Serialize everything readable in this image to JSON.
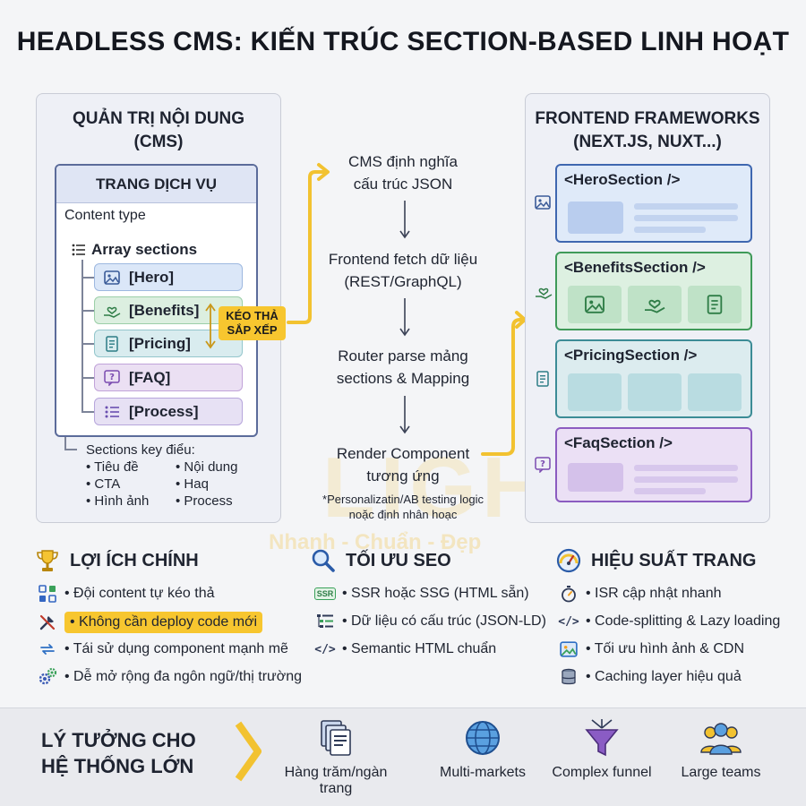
{
  "title": "HEADLESS CMS: KIẾN TRÚC SECTION-BASED LINH HOẠT",
  "watermark": {
    "brand": "LIGHT",
    "slogan": "Nhanh - Chuẩn - Đẹp"
  },
  "cms": {
    "heading_line1": "QUẢN TRỊ NỘI DUNG",
    "heading_line2": "(CMS)",
    "page_title": "TRANG DỊCH VỤ",
    "content_type": "Content type",
    "array_label": "Array sections",
    "sections": [
      {
        "label": "[Hero]",
        "icon": "image-icon",
        "color": "#dbe7f8",
        "border": "#9db8e0"
      },
      {
        "label": "[Benefits]",
        "icon": "hand-heart-icon",
        "color": "#dcefe0",
        "border": "#9ccfa8"
      },
      {
        "label": "[Pricing]",
        "icon": "receipt-icon",
        "color": "#d9ecef",
        "border": "#94c6cc"
      },
      {
        "label": "[FAQ]",
        "icon": "question-icon",
        "color": "#ebe0f3",
        "border": "#c1a3d9"
      },
      {
        "label": "[Process]",
        "icon": "list-icon",
        "color": "#e7e1f4",
        "border": "#b7a6dc"
      }
    ],
    "drag_line1": "KÉO THẢ",
    "drag_line2": "SẮP XẾP",
    "keys_title": "Sections key điểu:",
    "keys": [
      "• Tiêu đề",
      "• Nội dung",
      "• CTA",
      "• Haq",
      "• Hình ảnh",
      "• Process"
    ]
  },
  "flow": {
    "steps": [
      {
        "line1": "CMS định nghĩa",
        "line2": "cấu trúc JSON"
      },
      {
        "line1": "Frontend fetch dữ liệu",
        "line2": "(REST/GraphQL)"
      },
      {
        "line1": "Router parse mảng",
        "line2": "sections & Mapping"
      },
      {
        "line1": "Render Component",
        "line2": "tương ứng"
      }
    ],
    "note_line1": "*Personalizatin/AB testing logic",
    "note_line2": "noặc định nhân hoạc"
  },
  "frontend": {
    "heading_line1": "FRONTEND FRAMEWORKS",
    "heading_line2": "(NEXT.JS, NUXT...)",
    "components": [
      {
        "label": "<HeroSection />",
        "icon": "image-icon",
        "bg": "#dfeaf9",
        "border": "#3f67b0"
      },
      {
        "label": "<BenefitsSection />",
        "icon": "hand-heart-icon",
        "bg": "#ddf0e1",
        "border": "#3f9a59"
      },
      {
        "label": "<PricingSection />",
        "icon": "receipt-icon",
        "bg": "#dcecef",
        "border": "#3c8c96"
      },
      {
        "label": "<FaqSection />",
        "icon": "question-icon",
        "bg": "#ebe0f5",
        "border": "#8b5cc0"
      }
    ]
  },
  "benefits": {
    "title": "LỢI ÍCH CHÍNH",
    "items": [
      "• Đội content tự kéo thả",
      "• Không cần deploy code mới",
      "• Tái sử dụng component mạnh mẽ",
      "• Dễ mở rộng đa ngôn ngữ/thị trường"
    ]
  },
  "seo": {
    "title": "TỐI ƯU SEO",
    "ssr_badge": "SSR",
    "code_glyph": "</>",
    "items": [
      "• SSR hoặc SSG (HTML sẵn)",
      "• Dữ liệu có cấu trúc (JSON-LD)",
      "• Semantic HTML chuẩn"
    ]
  },
  "perf": {
    "title": "HIỆU SUẤT TRANG",
    "code_glyph": "</>",
    "items": [
      "• ISR cập nhật nhanh",
      "• Code-splitting & Lazy loading",
      "• Tối ưu hình ảnh & CDN",
      "• Caching layer hiệu quả"
    ]
  },
  "ideal": {
    "title_line1": "LÝ TƯỞNG CHO",
    "title_line2": "HỆ THỐNG LỚN",
    "items": [
      {
        "label": "Hàng trăm/ngàn trang",
        "icon": "pages-stack-icon"
      },
      {
        "label": "Multi-markets",
        "icon": "globe-icon"
      },
      {
        "label": "Complex funnel",
        "icon": "funnel-icon"
      },
      {
        "label": "Large teams",
        "icon": "team-icon"
      }
    ]
  },
  "colors": {
    "accent_yellow": "#f7c62f",
    "arrow_yellow": "#f2c230"
  }
}
